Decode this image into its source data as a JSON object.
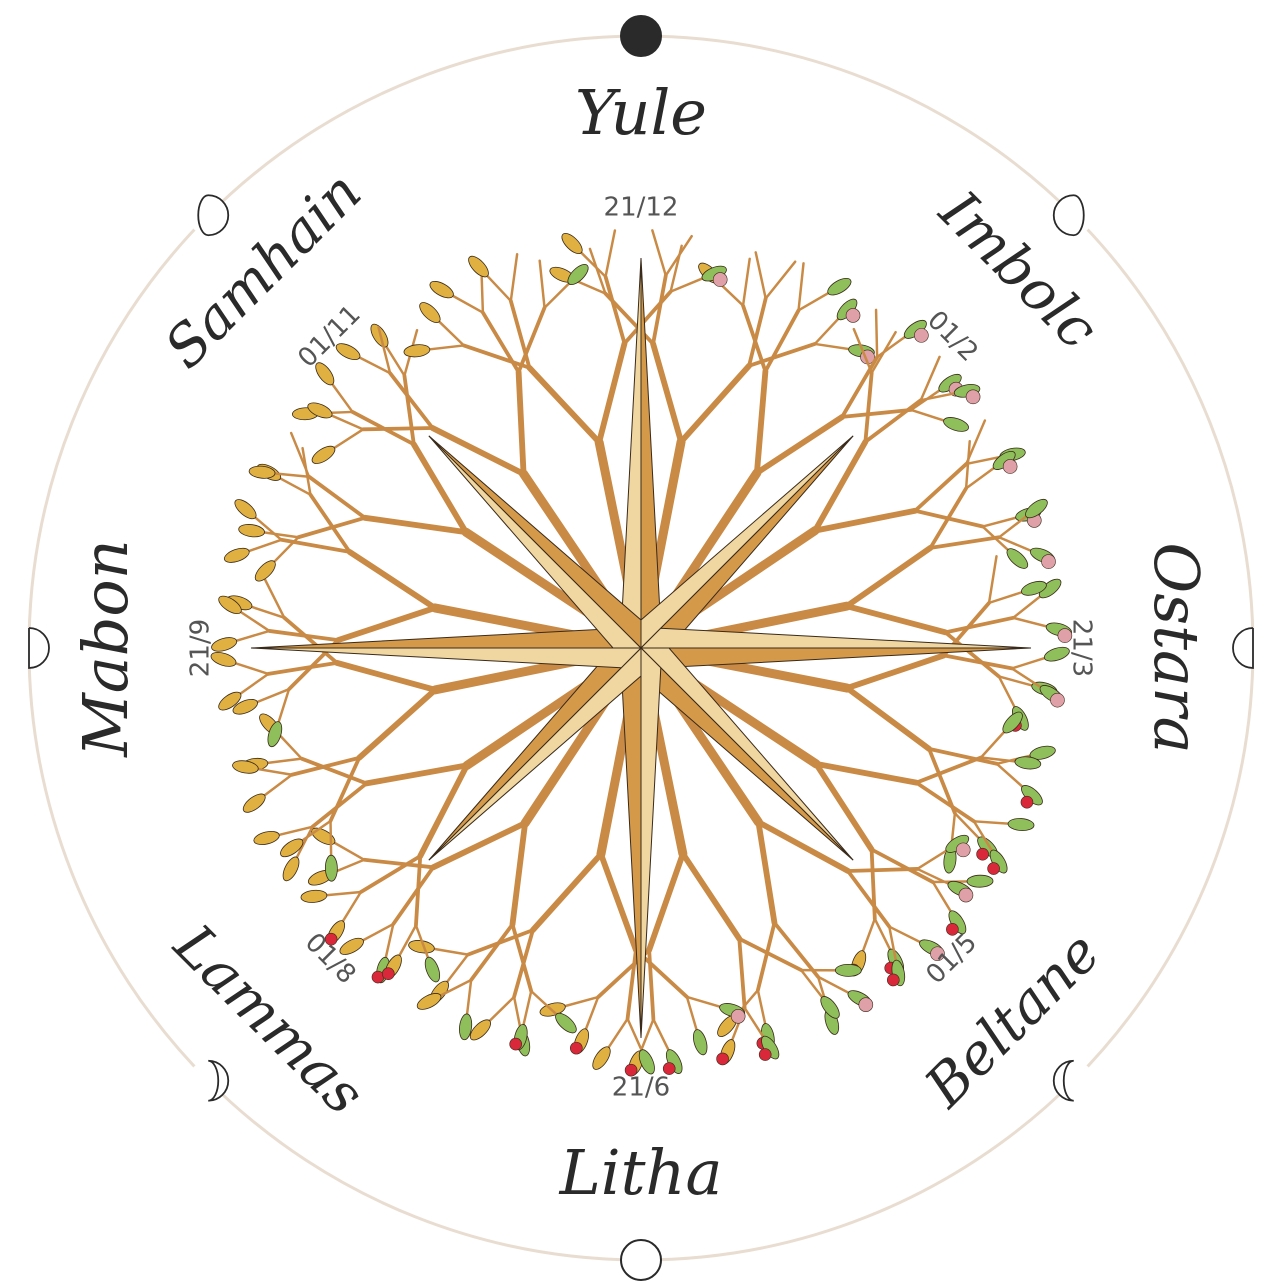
{
  "sabbats": [
    {
      "name": "Yule",
      "date": "21/12",
      "moon": "new-moon-icon"
    },
    {
      "name": "Imbolc",
      "date": "01/2",
      "moon": "waxing-crescent-icon"
    },
    {
      "name": "Ostara",
      "date": "21/3",
      "moon": "first-quarter-icon"
    },
    {
      "name": "Beltane",
      "date": "01/5",
      "moon": "waxing-gibbous-icon"
    },
    {
      "name": "Litha",
      "date": "21/6",
      "moon": "full-moon-icon"
    },
    {
      "name": "Lammas",
      "date": "01/8",
      "moon": "waning-gibbous-icon"
    },
    {
      "name": "Mabon",
      "date": "21/9",
      "moon": "last-quarter-icon"
    },
    {
      "name": "Samhain",
      "date": "01/11",
      "moon": "waning-crescent-icon"
    }
  ],
  "colors": {
    "ring": "#e8ddd0",
    "star_light": "#f0d6a0",
    "star_dark": "#d49a4a",
    "bark": "#c98a45",
    "bark_outline": "#3a2a1a",
    "leaf_green": "#8fbf5a",
    "leaf_autumn": "#e0b040",
    "blossom": "#e0a0a8",
    "cherry": "#d8283a",
    "ink": "#2a2a2a"
  }
}
